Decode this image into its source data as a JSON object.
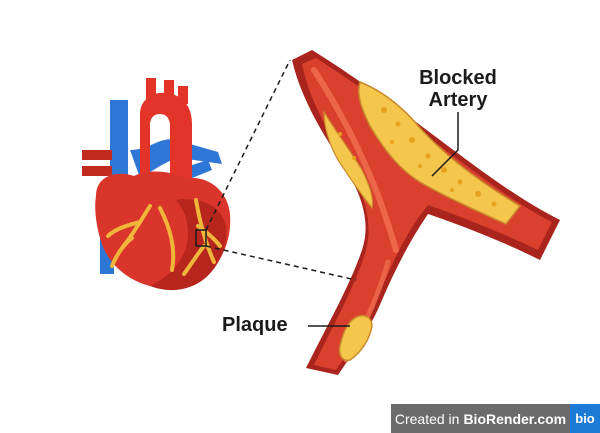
{
  "labels": {
    "blocked_line1": "Blocked",
    "blocked_line2": "Artery",
    "plaque": "Plaque"
  },
  "watermark": {
    "prefix": "Created in",
    "brand": "BioRender.com",
    "logo_text": "bio"
  },
  "colors": {
    "vessel_wall": "#a8241c",
    "vessel_lumen": "#d9402e",
    "vessel_highlight": "#ee6a4e",
    "plaque": "#f4c64b",
    "plaque_dots": "#e6a21e",
    "heart_body": "#d9352a",
    "aorta": "#e3342a",
    "vena_cava": "#2f77d6",
    "coronary_fat": "#f0b63a",
    "watermark_bg": "#6b6b6b",
    "watermark_logo_bg": "#1b7bd6"
  }
}
